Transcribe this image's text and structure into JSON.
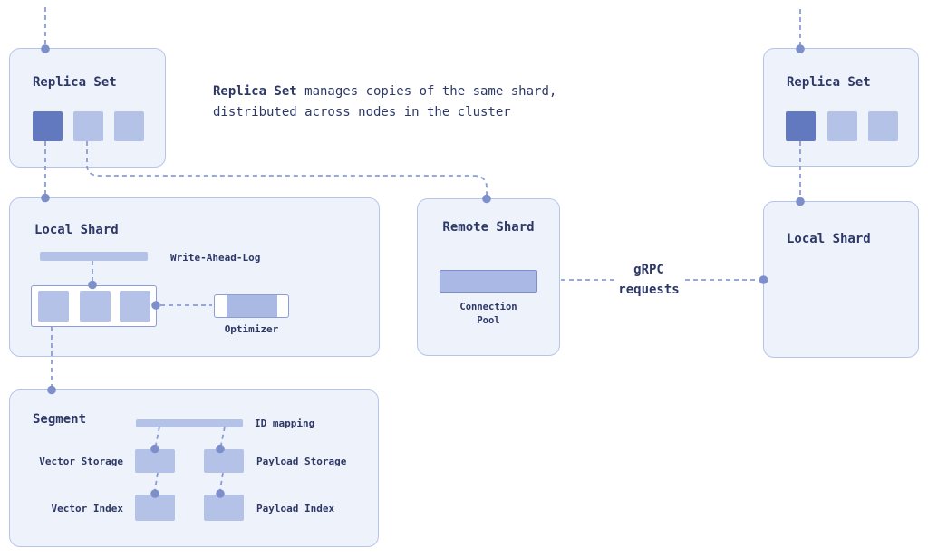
{
  "colors": {
    "panel_fill": "#edf2fb",
    "panel_border": "#b7c4ea",
    "accent_dark": "#6379bf",
    "accent_light": "#b4c2e8",
    "connector": "#8b9cd6",
    "node_dot": "#7d8fcb",
    "text": "#2d3867",
    "pool_fill": "#a9b8e4",
    "pool_border": "#7b8ed0"
  },
  "replica_set_left": {
    "title": "Replica Set"
  },
  "replica_set_right": {
    "title": "Replica Set"
  },
  "annotation": {
    "bold": "Replica Set",
    "rest": " manages copies of the same shard,",
    "line2": "distributed across nodes in the cluster"
  },
  "local_shard_left": {
    "title": "Local Shard",
    "wal_label": "Write-Ahead-Log",
    "optimizer_label": "Optimizer"
  },
  "remote_shard": {
    "title": "Remote Shard",
    "pool_line1": "Connection",
    "pool_line2": "Pool"
  },
  "grpc": {
    "line1": "gRPC",
    "line2": "requests"
  },
  "local_shard_right": {
    "title": "Local Shard"
  },
  "segment": {
    "title": "Segment",
    "id_mapping_label": "ID mapping",
    "vector_storage_label": "Vector Storage",
    "payload_storage_label": "Payload Storage",
    "vector_index_label": "Vector Index",
    "payload_index_label": "Payload Index"
  }
}
